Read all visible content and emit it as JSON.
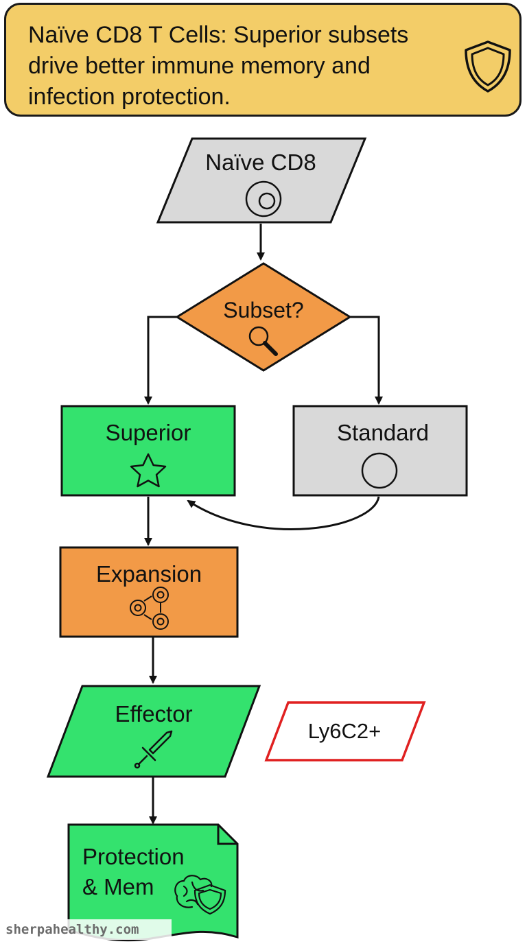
{
  "header": {
    "title": "Naïve CD8 T Cells: Superior subsets drive better immune memory and infection protection."
  },
  "nodes": {
    "naive": {
      "label": "Naïve CD8"
    },
    "decision": {
      "label": "Subset?"
    },
    "superior": {
      "label": "Superior"
    },
    "standard": {
      "label": "Standard"
    },
    "expansion": {
      "label": "Expansion"
    },
    "effector": {
      "label": "Effector"
    },
    "marker": {
      "label": "Ly6C2+"
    },
    "protection": {
      "label_line1": "Protection",
      "label_line2": "& Mem"
    }
  },
  "icons": {
    "header": "shield-icon",
    "naive": "cell-icon",
    "decision": "magnifier-icon",
    "superior": "star-icon",
    "standard": "circle-icon",
    "expansion": "cell-division-icon",
    "effector": "sword-icon",
    "protection": "brain-shield-icon"
  },
  "colors": {
    "banner": "#f3cd68",
    "gray": "#d9d9d9",
    "orange": "#f29a47",
    "green": "#34e26e",
    "marker_border": "#e02020"
  },
  "watermark": "sherpahealthy.com"
}
